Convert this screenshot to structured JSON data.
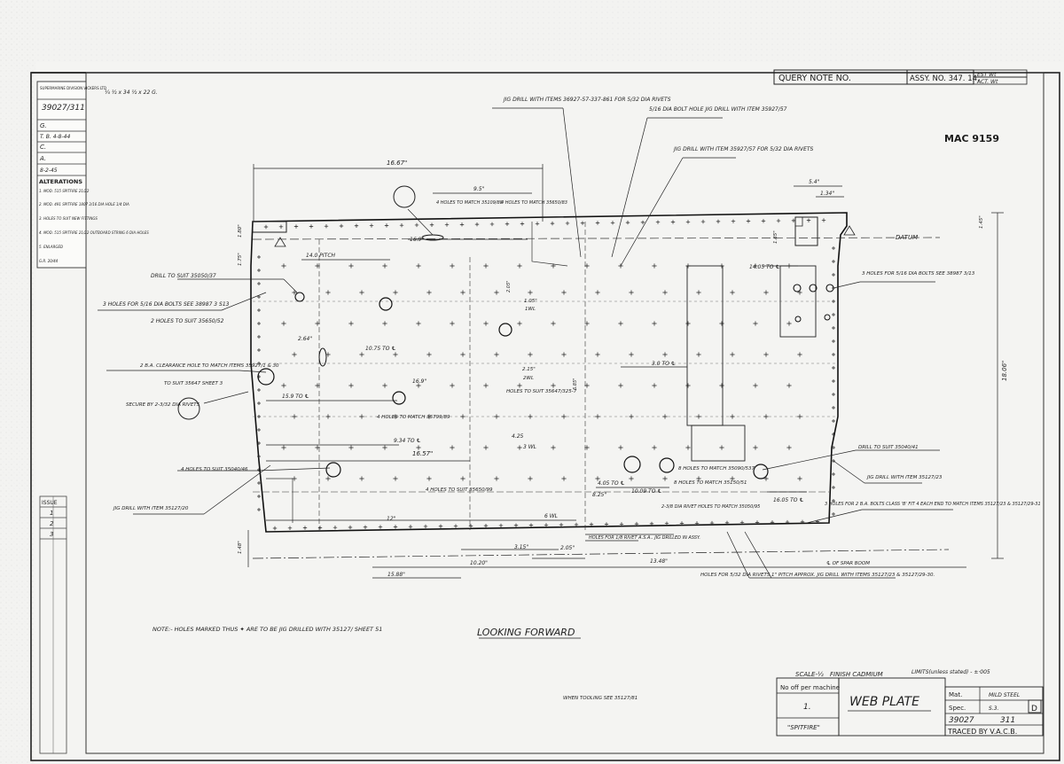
{
  "drawing": {
    "title": "WEB PLATE",
    "view_label": "LOOKING FORWARD",
    "mac_stamp": "MAC 9159",
    "aircraft": "\"SPITFIRE\"",
    "drawing_no": "39027",
    "sheet": "311",
    "issue_letter": "D",
    "traced_by": "TRACED BY V.A.C.B.",
    "scale": "SCALE-½",
    "finish": "FINISH CADMIUM",
    "limits": "LIMITS(unless stated) - ±·005",
    "material_label": "Mat.",
    "material": "MILD STEEL",
    "spec_label": "Spec.",
    "spec": "S.3.",
    "no_off_label": "No off per machine",
    "no_off": "1.",
    "stock_size": "¼ ½ x 34 ½ x 22 G.",
    "tooling_note": "WHEN TOOLING SEE 35127/81",
    "note": "NOTE:- HOLES MARKED THUS ✦ ARE TO BE JIG DRILLED WITH 35127/ SHEET 51",
    "query_note": "QUERY NOTE NO.",
    "assy_no": "ASSY. NO. 347. 14.",
    "est_wt": "EST Wt",
    "act_wt": "ACT. Wt",
    "datum": "DATUM",
    "spar_boom": "℄ OF SPAR BOOM"
  },
  "left_block": {
    "company": "SUPERMARINE DIVISION VICKERS LTD",
    "drawing_ref": "39027/311",
    "rows": [
      "G.",
      "T. B. 4-8-44",
      "C.",
      "A.",
      "8-2-45"
    ],
    "alterations_title": "ALTERATIONS",
    "alterations": [
      "1. MOD. 515 SPITFIRE 21/22",
      "2. MOD. 491 SPITFIRE 1807 3/16 DIA HOLE 1/4 DIA",
      "3. HOLES TO SUIT NEW FITTINGS",
      "4. MOD. 515 SPITFIRE 21/22 OUTBOARD STRING 6 DIA HOLES",
      "5. ENLARGED"
    ],
    "issue_label": "ISSUE",
    "issues": [
      "1",
      "2",
      "3"
    ],
    "stamp": "G.R. 20/44"
  },
  "callouts": {
    "top": [
      "JIG DRILL WITH ITEMS 36927-57-337-861 FOR 5/32 DIA RIVETS",
      "5/16 DIA BOLT HOLE JIG DRILL WITH ITEM 35927/57",
      "JIG DRILL WITH ITEM 35927/57 FOR 5/32 DIA RIVETS",
      "4 HOLES TO MATCH 35109/88",
      "4 HOLES TO MATCH 35650/83"
    ],
    "left": [
      "DRILL TO SUIT 35050/37",
      "3 HOLES FOR 5/16 DIA BOLTS SEE 38987 3 S13",
      "2 HOLES TO SUIT 35650/52",
      "2 B.A. CLEARANCE HOLE TO MATCH ITEMS 35927/1 & 30",
      "TO SUIT 35647 SHEET 3",
      "SECURE BY 2-3/32 DIA RIVETS",
      "4 HOLES TO SUIT 35040/46",
      "JIG DRILL WITH ITEM 35127/20"
    ],
    "right": [
      "3 HOLES FOR 5/16 DIA BOLTS SEE 38987 3/13",
      "DRILL TO SUIT 35040/41",
      "JIG DRILL WITH ITEM 35127/23",
      "3 HOLES FOR 2 B.A. BOLTS CLASS 'B' FIT 4 EACH END TO MATCH ITEMS 35127/23 & 35127/29-31"
    ],
    "bottom": [
      "HOLES FOR 5/32 DIA RIVETS 1\" PITCH APPROX. JIG DRILL WITH ITEMS 35127/23 & 35127/29-30.",
      "HOLES FOR 1/8 RIVET A.S.A.. JIG DRILLED IN ASSY."
    ],
    "interior": [
      "4 HOLES TO MATCH 35799/89",
      "8 HOLES TO MATCH 35090/537",
      "8 HOLES TO MATCH 35150/51",
      "4 HOLES TO SUIT 35650/99",
      "HOLES TO SUIT 35647/325-7",
      "2-3/8 DIA RIVET HOLES TO MATCH 35050/95"
    ]
  },
  "dimensions": [
    "16.67\"",
    "9.5\"",
    "5.4\"",
    "1.34\"",
    "16.9\"",
    "14.0 PITCH",
    "16.9\"",
    "15.9 TO ℄",
    "9.34 TO ℄",
    "16.57\"",
    "3.0 TO ℄",
    "2.64\"",
    "10.75 TO ℄",
    "4.25",
    "3 WL",
    "6 WL",
    "4.05 TO ℄",
    "10.09 TO ℄",
    "16.05 TO ℄",
    "14.05 TO ℄",
    "8.25\"",
    "3.15\"",
    "2.05\"",
    "10.20\"",
    "15.88\"",
    "13.48\"",
    "18.06\"",
    "12\"",
    "1.45\"",
    "1.80\"",
    "1.75\"",
    "1.85\"",
    "1.48\"",
    "6.85\"",
    "2.05\"",
    "2.15\"",
    "1.05\"",
    "2WL",
    "1WL"
  ]
}
